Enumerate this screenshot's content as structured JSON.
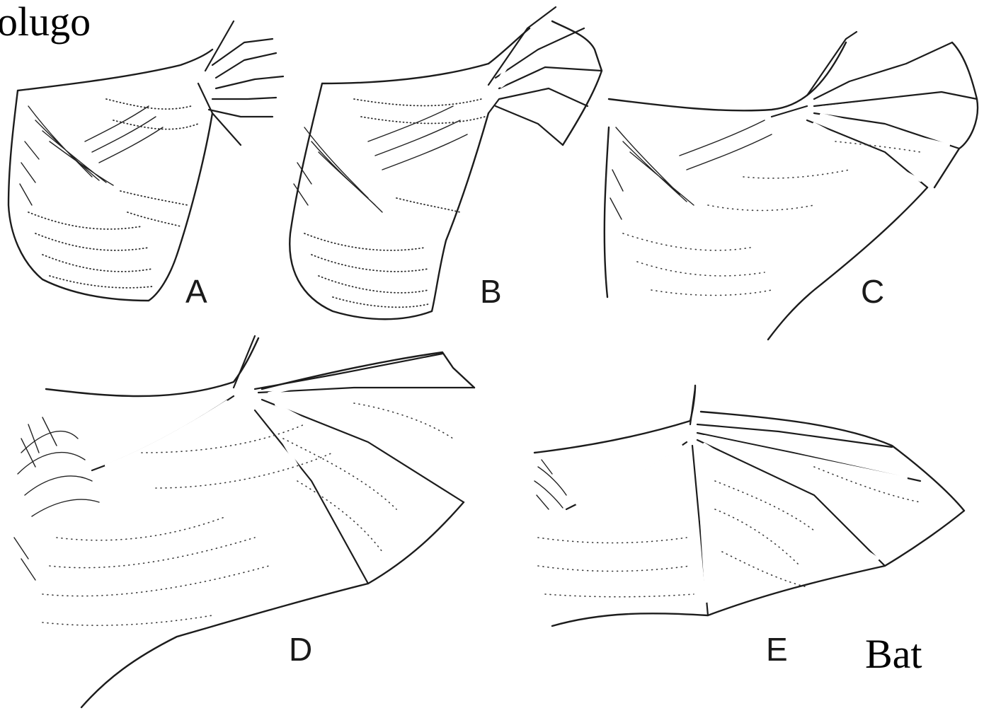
{
  "figure": {
    "caption_top_left": "olugo",
    "caption_bottom_right": "Bat",
    "panels": [
      {
        "id": "A",
        "label": "A"
      },
      {
        "id": "B",
        "label": "B"
      },
      {
        "id": "C",
        "label": "C"
      },
      {
        "id": "D",
        "label": "D"
      },
      {
        "id": "E",
        "label": "E"
      }
    ]
  }
}
